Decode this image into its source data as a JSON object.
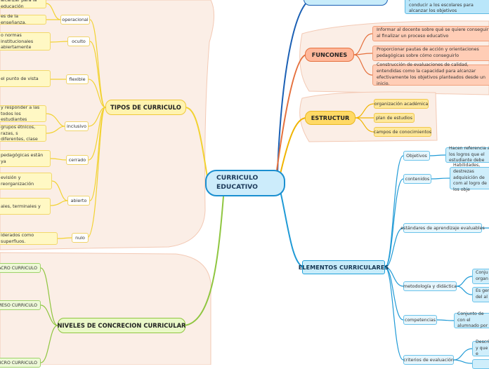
{
  "center": {
    "title_line1": "CURRICULO",
    "title_line2": "EDUCATIVO"
  },
  "tipos": {
    "title": "TIPOS DE CURRICULO",
    "categories": [
      "operacional",
      "oculto",
      "flexible",
      "inclusivo",
      "cerrado",
      "abierto",
      "nulo"
    ],
    "leaves": [
      "alcanzar para la educación",
      "es de la enseñanza.",
      "o normas institucionales abiertamente",
      "el punto de vista",
      "y responder a las todos los estudiantes",
      "grupos étnicos, razas, s diferentes, clase",
      "pedagógicas están ya",
      "evisión y reorganización",
      "ales, terminales y",
      "iderados como superfluos."
    ]
  },
  "niveles": {
    "title": "NIVELES DE CONCRECION CURRICULAR",
    "items": [
      "ACRO CURRICULO",
      "MESO CURRICULO",
      "MICRO CURRICULO"
    ]
  },
  "top_branch": {
    "leaf": "proceso educativo con el fin de conducir a los escolares para alcanzar los objetivos"
  },
  "funciones": {
    "title": "FUNCONES",
    "items": [
      "Informar al docente sobre qué se quiere conseguir al finalizar un proceso educativo",
      "Proporcionar pautas de acción y orientaciones pedagógicas sobre cómo conseguirlo",
      "Construcción de evaluaciones de calidad, entendidas como la capacidad para alcanzar efectivamente los objetivos planteados desde un inicio."
    ]
  },
  "estructura": {
    "title": "ESTRUCTUR",
    "items": [
      "organización académica",
      "plan de estudios",
      "campos de conocimientos"
    ]
  },
  "elementos": {
    "title": "ELEMENTOS CURRICULARES",
    "items": [
      "Objetivos",
      "contenidos",
      "estándares de aprendizaje evaluables",
      "metodología y didáctica",
      "competencias",
      "criterios de evaluación"
    ],
    "details": [
      "Hacen referencia a los logros que el estudiante debe",
      "Habilidades, destrezas adquisición de com al logro de los obje",
      "Conju organ",
      "Es ger del al",
      "Conjunto de con el alumnado por",
      "Descri y que e"
    ]
  },
  "colors": {
    "yellow_branch": "#f2d230",
    "green_branch": "#8fc640",
    "blue_branch": "#1f9ad6",
    "orange_branch": "#e5703d",
    "navy_branch": "#1a5fb4",
    "gold_branch": "#f0b400"
  }
}
